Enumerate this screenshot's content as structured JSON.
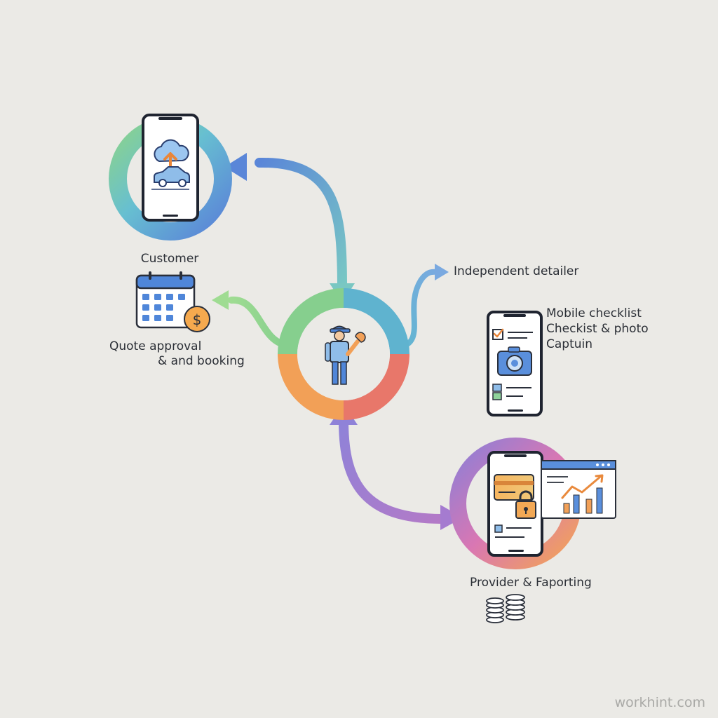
{
  "nodes": {
    "customer": {
      "label": "Customer",
      "icons": [
        "smartphone-icon",
        "cloud-upload-icon",
        "car-icon"
      ]
    },
    "quote": {
      "label_line1": "Quote approval",
      "label_line2": "& and booking",
      "icons": [
        "calendar-icon",
        "dollar-coin-icon"
      ]
    },
    "detailer": {
      "label": "Independent detailer",
      "icons": [
        "worker-with-wrench-icon"
      ]
    },
    "mobile_checklist": {
      "label_line1": "Mobile checklist",
      "label_line2": "Checkist & photo",
      "label_line3": "Captuin",
      "icons": [
        "smartphone-icon",
        "checkbox-icon",
        "camera-icon"
      ]
    },
    "provider": {
      "label": "Provider & Faporting",
      "icons": [
        "smartphone-icon",
        "credit-card-icon",
        "padlock-icon",
        "browser-window-icon",
        "bar-chart-icon",
        "coin-stack-icon"
      ]
    }
  },
  "watermark": "workhint.com",
  "colors": {
    "background": "#ebeae6",
    "green": "#7cc98a",
    "teal": "#5fb8cf",
    "blue": "#5b86d8",
    "purple": "#9b7fd0",
    "orange": "#f2a057",
    "red": "#e8776a",
    "ink": "#2a2f3a"
  }
}
